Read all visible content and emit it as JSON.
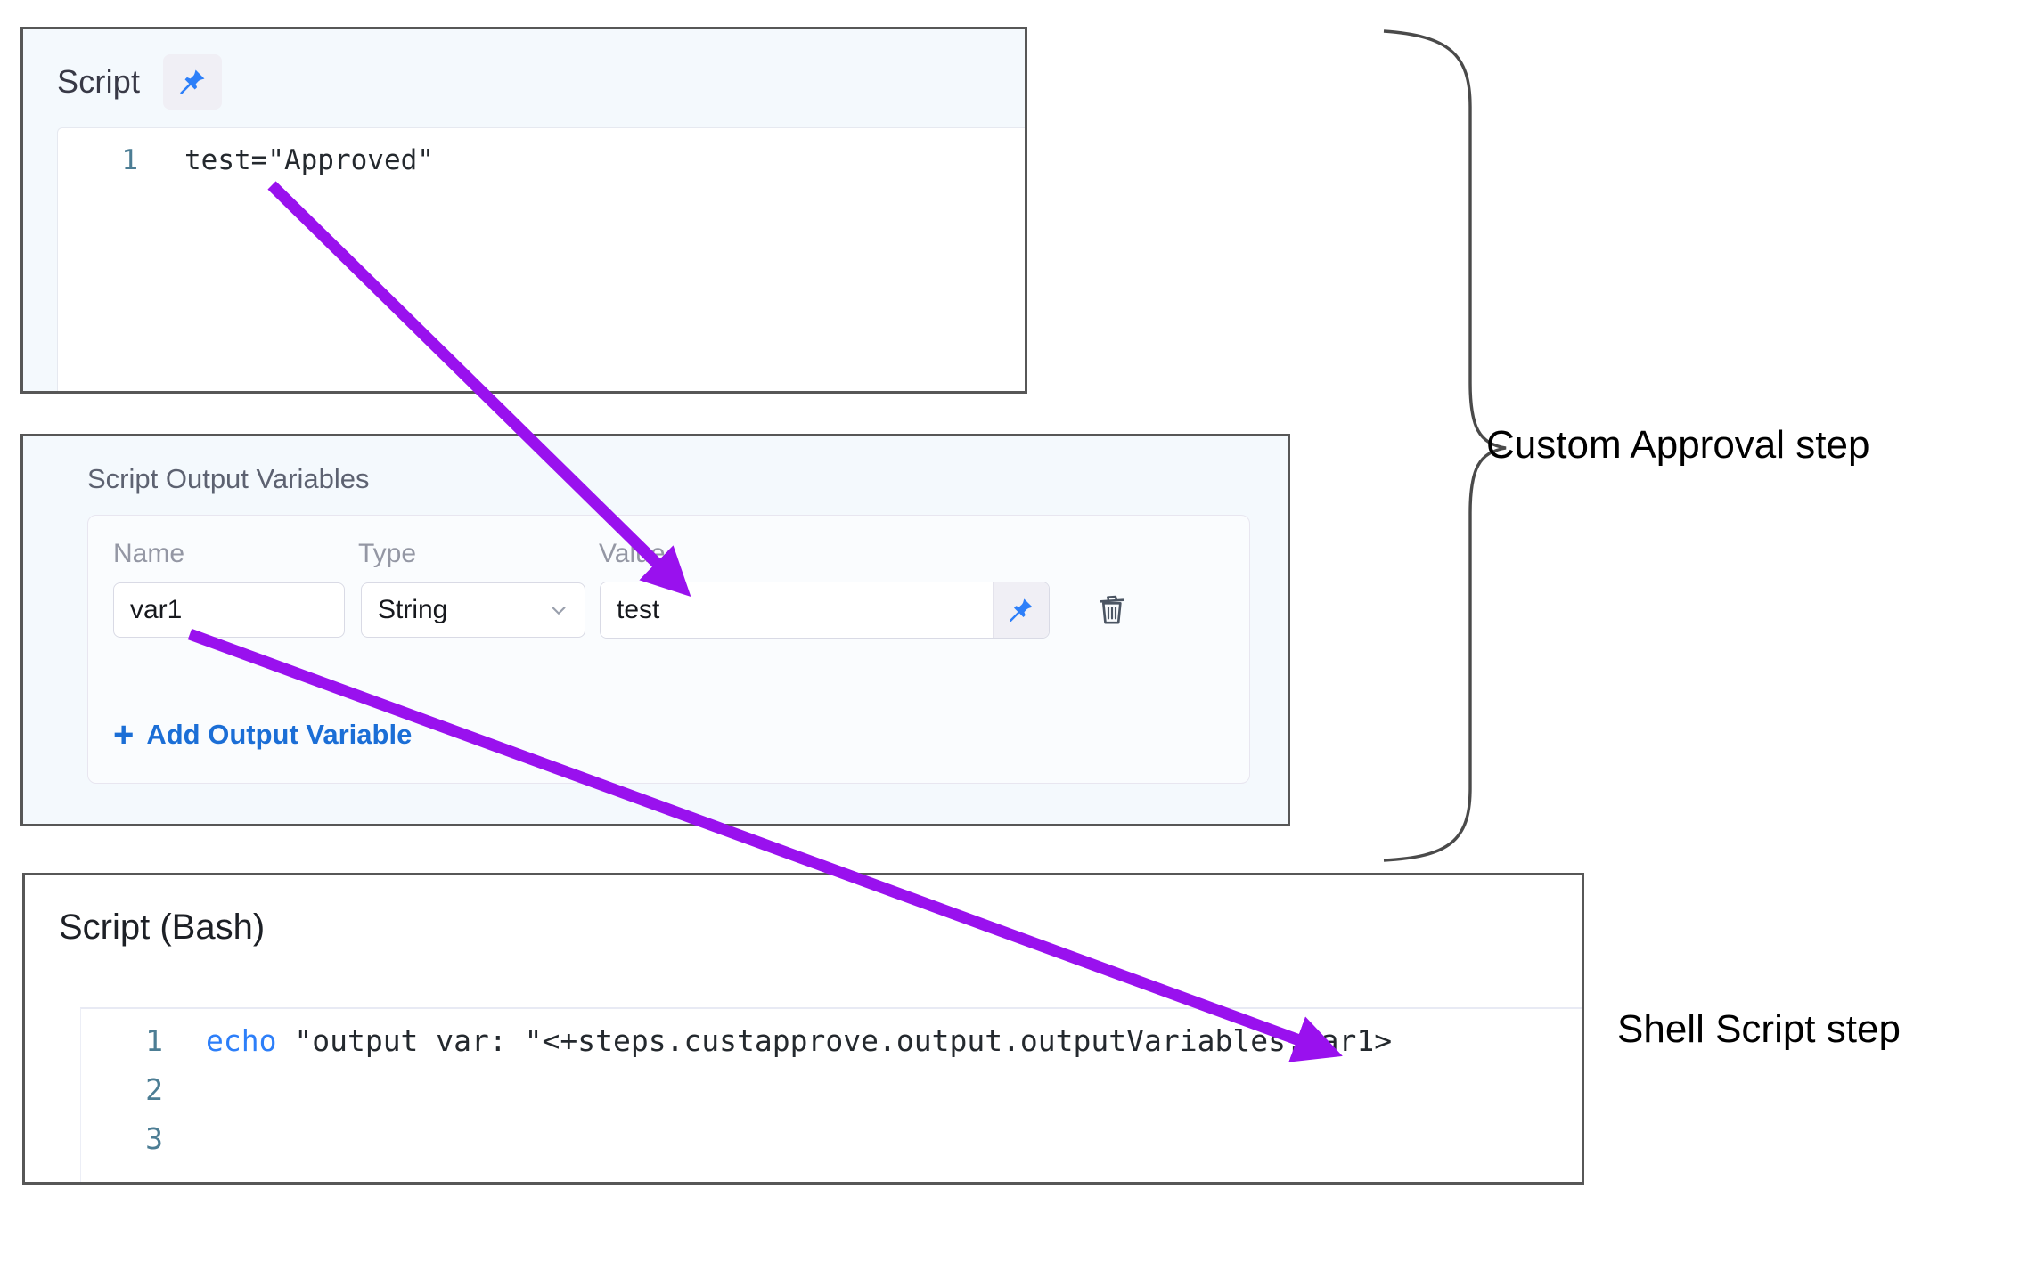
{
  "script_panel": {
    "title": "Script",
    "pin_icon": "pin-icon",
    "code": {
      "line_number": "1",
      "text": "test=\"Approved\""
    }
  },
  "output_variables_panel": {
    "title": "Script Output Variables",
    "columns": {
      "name": "Name",
      "type": "Type",
      "value": "Value"
    },
    "row": {
      "name_value": "var1",
      "type_value": "String",
      "type_chevron": "chevron-down-icon",
      "value_value": "test",
      "pin_icon": "pin-icon",
      "delete_icon": "trash-icon"
    },
    "add_link": {
      "plus": "+",
      "label": "Add Output Variable"
    }
  },
  "bash_panel": {
    "title": "Script (Bash)",
    "lines": [
      {
        "number": "1",
        "keyword": "echo",
        "rest": " \"output var: \"<+steps.custapprove.output.outputVariables.var1>"
      },
      {
        "number": "2",
        "keyword": "",
        "rest": ""
      },
      {
        "number": "3",
        "keyword": "",
        "rest": ""
      }
    ]
  },
  "annotations": {
    "custom_approval_label": "Custom Approval step",
    "shell_script_label": "Shell Script step",
    "arrow_color": "#9911ee",
    "brace_color": "#4a4a4a"
  }
}
